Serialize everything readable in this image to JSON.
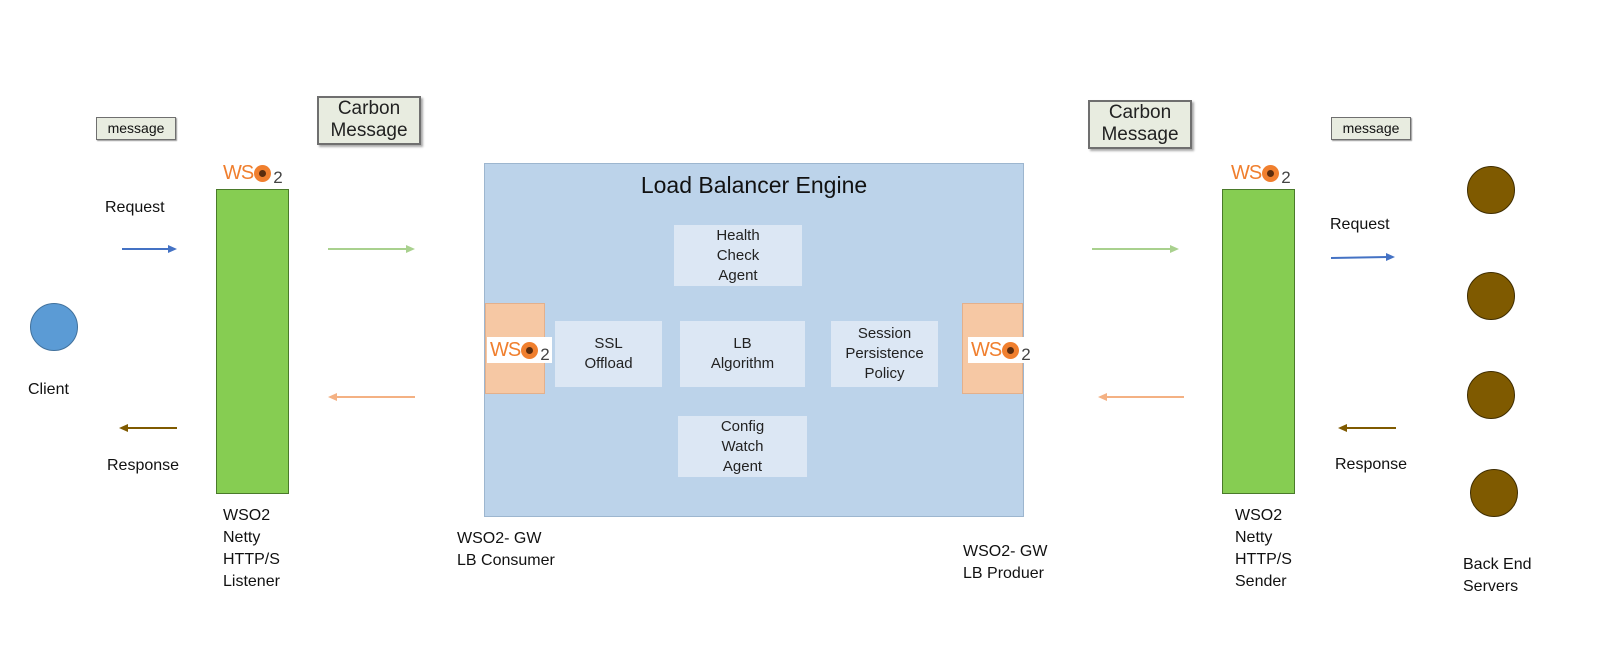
{
  "client": {
    "label": "Client"
  },
  "left": {
    "message_label": "message",
    "request_label": "Request",
    "response_label": "Response",
    "listener_label": "WSO2\nNetty\nHTTP/S\nListener",
    "carbon_label": "Carbon\nMessage"
  },
  "engine": {
    "title": "Load Balancer Engine",
    "components": {
      "health": "Health\nCheck\nAgent",
      "ssl": "SSL\nOffload",
      "lb": "LB\nAlgorithm",
      "session": "Session\nPersistence\nPolicy",
      "config": "Config\nWatch\nAgent"
    },
    "consumer_label": "WSO2- GW\nLB Consumer",
    "producer_label": "WSO2- GW\nLB Produer"
  },
  "right": {
    "carbon_label": "Carbon\nMessage",
    "message_label": "message",
    "request_label": "Request",
    "response_label": "Response",
    "sender_label": "WSO2\nNetty\nHTTP/S\nSender"
  },
  "backend": {
    "label": "Back End\nServers"
  },
  "logo": {
    "text_a": "WS",
    "text_b": "2"
  },
  "colors": {
    "request_arrow": "#4472c4",
    "response_arrow": "#7f5a00",
    "forward_arrow": "#a9d18e",
    "backward_arrow": "#f4b183",
    "netty_block": "#86cd52",
    "engine_bg": "#bcd3ea",
    "client_circle": "#5b9bd5",
    "server_circle": "#7f5a00"
  }
}
